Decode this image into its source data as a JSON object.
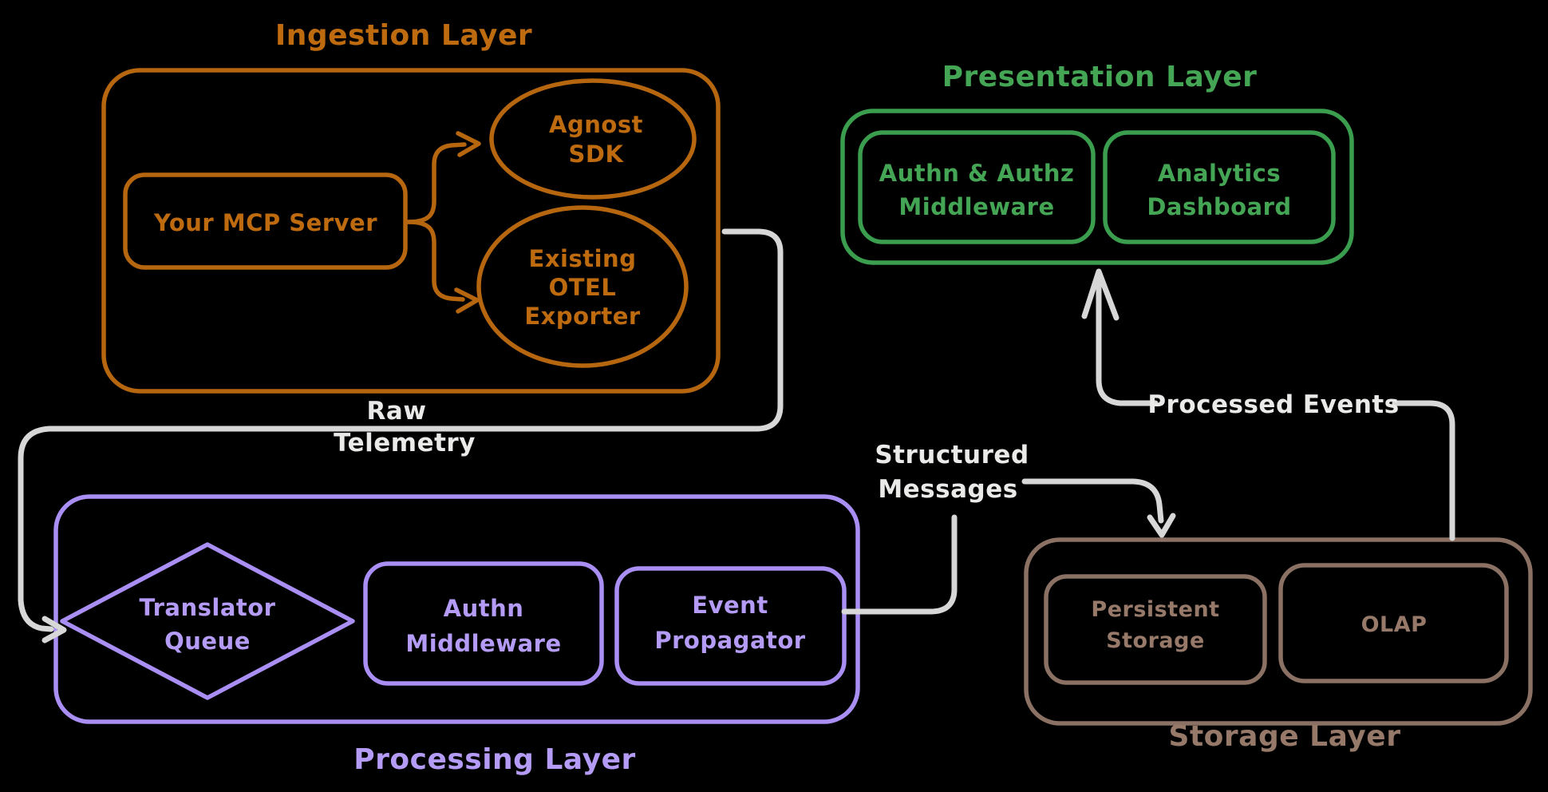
{
  "colors": {
    "background": "#000000",
    "ingestion_orange": "#B5660F",
    "presentation_green": "#3A9E4E",
    "processing_purple": "#A98EF3",
    "storage_brown": "#8B7164",
    "edge_gray": "#D7D7D7",
    "edge_label_white": "#EAEAE8"
  },
  "diagram": {
    "ingestion": {
      "title": "Ingestion Layer",
      "mcp_server": "Your MCP Server",
      "agnost_sdk": [
        "Agnost",
        "SDK"
      ],
      "otel_exporter": [
        "Existing",
        "OTEL",
        "Exporter"
      ]
    },
    "presentation": {
      "title": "Presentation Layer",
      "authn_authz": [
        "Authn & Authz",
        "Middleware"
      ],
      "analytics": [
        "Analytics",
        "Dashboard"
      ]
    },
    "processing": {
      "title": "Processing Layer",
      "translator_queue": [
        "Translator",
        "Queue"
      ],
      "authn_middleware": [
        "Authn",
        "Middleware"
      ],
      "event_propagator": [
        "Event",
        "Propagator"
      ]
    },
    "storage": {
      "title": "Storage Layer",
      "persistent_storage": [
        "Persistent",
        "Storage"
      ],
      "olap": "OLAP"
    },
    "edges": {
      "raw_telemetry": [
        "Raw",
        "Telemetry"
      ],
      "structured_messages": [
        "Structured",
        "Messages"
      ],
      "processed_events": "Processed Events"
    }
  }
}
